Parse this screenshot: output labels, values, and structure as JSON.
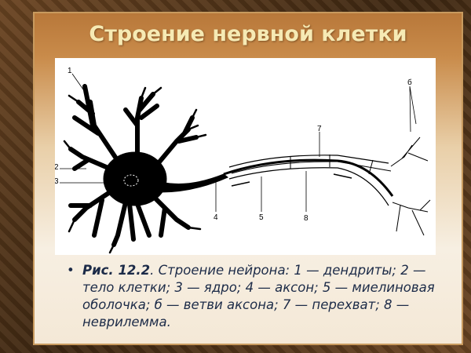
{
  "slide": {
    "title": "Строение нервной клетки"
  },
  "figure": {
    "labels": {
      "l1": "1",
      "l2": "2",
      "l3": "3",
      "l4": "4",
      "l5": "5",
      "l6": "б",
      "l7": "7",
      "l8": "8"
    }
  },
  "caption": {
    "bullet": "•",
    "fig_ref": "Рис. 12.2",
    "text": ". Строение нейрона: 1 — дендриты; 2 — тело клетки; 3 — ядро; 4 — аксон; 5 — миелиновая оболочка; б — ветви аксона; 7 — перехват; 8 — неврилемма."
  },
  "colors": {
    "title": "#f6eab4",
    "caption": "#1c2b48",
    "frame": "#5a3a1c"
  }
}
